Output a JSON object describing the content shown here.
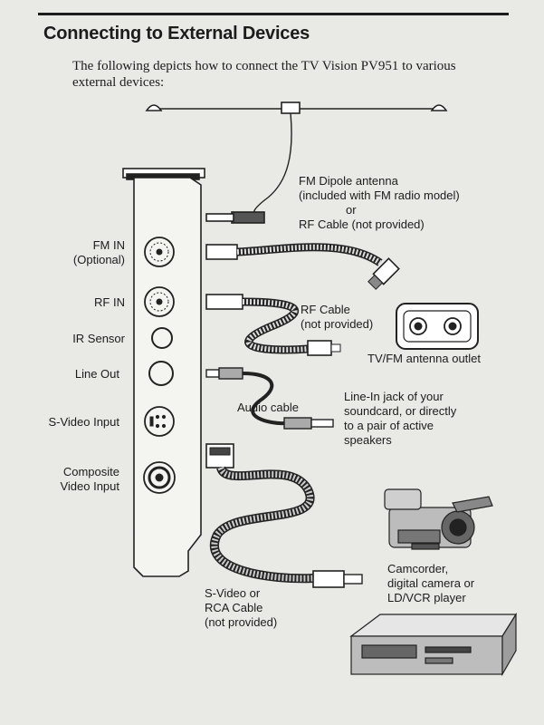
{
  "header": {
    "title": "Connecting to External Devices",
    "intro": "The following depicts how to connect the TV Vision PV951 to various external devices:"
  },
  "card_ports": {
    "fm_in": [
      "FM IN",
      "(Optional)"
    ],
    "rf_in": "RF IN",
    "ir_sensor": "IR Sensor",
    "line_out": "Line Out",
    "svideo_in": "S-Video Input",
    "composite_in": [
      "Composite",
      "Video Input"
    ]
  },
  "devices": {
    "fm_antenna": [
      "FM Dipole antenna",
      "(included with FM radio model)",
      "or",
      "RF Cable (not provided)"
    ],
    "rf_cable": [
      "RF Cable",
      "(not provided)"
    ],
    "tv_outlet": "TV/FM antenna outlet",
    "audio_cable": "Audio cable",
    "line_in": [
      "Line-In jack of your",
      "soundcard, or directly",
      "to a pair of active",
      "speakers"
    ],
    "video_cable": [
      "S-Video or",
      "RCA Cable",
      "(not provided)"
    ],
    "camcorder": [
      "Camcorder,",
      "digital camera or",
      "LD/VCR player"
    ]
  }
}
